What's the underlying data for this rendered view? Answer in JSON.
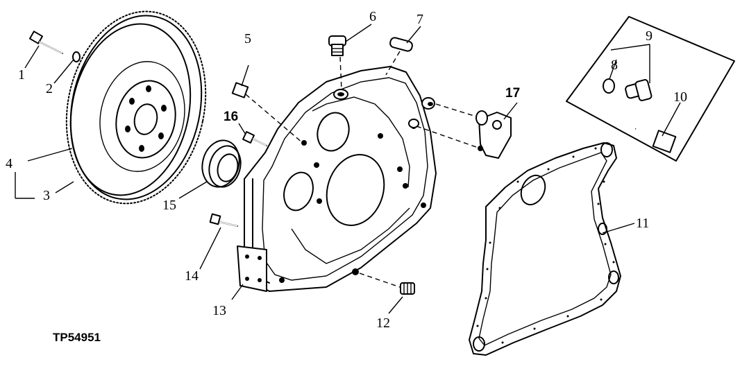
{
  "figure_ref": "TP54951",
  "callouts": {
    "c1": "1",
    "c2": "2",
    "c3": "3",
    "c4": "4",
    "c5": "5",
    "c6": "6",
    "c7": "7",
    "c8": "8",
    "c9": "9",
    "c10": "10",
    "c11": "11",
    "c12": "12",
    "c13": "13",
    "c14": "14",
    "c15": "15",
    "c16": "16",
    "c17": "17"
  }
}
